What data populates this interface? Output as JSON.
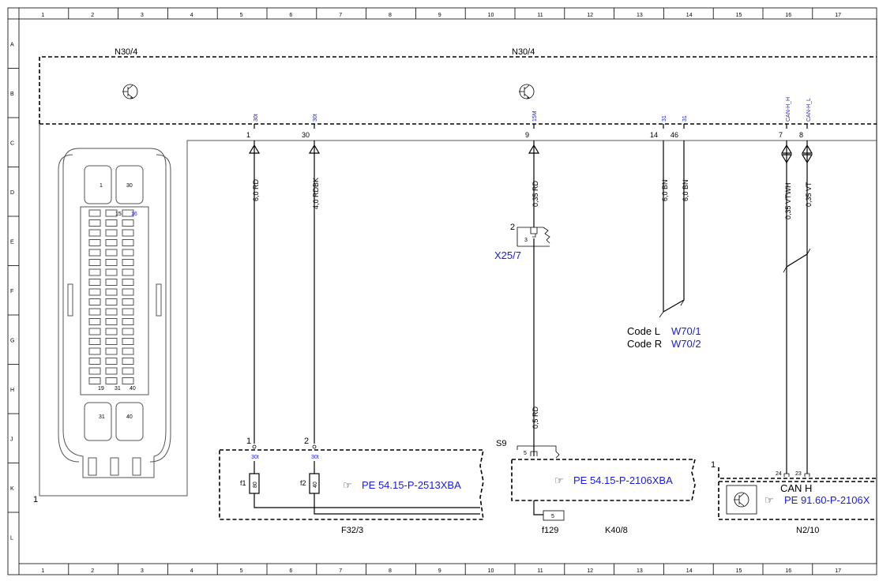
{
  "grid": {
    "columns": [
      "1",
      "2",
      "3",
      "4",
      "5",
      "6",
      "7",
      "8",
      "9",
      "10",
      "11",
      "12",
      "13",
      "14",
      "15",
      "16",
      "17"
    ],
    "rows": [
      "A",
      "B",
      "C",
      "D",
      "E",
      "F",
      "G",
      "H",
      "J",
      "K",
      "L"
    ]
  },
  "components": {
    "n30_4_left": "N30/4",
    "n30_4_center": "N30/4",
    "x25_7": "X25/7",
    "w70_1": "W70/1",
    "w70_2": "W70/2",
    "code_l": "Code L",
    "code_r": "Code R",
    "f32_3": "F32/3",
    "k40_8": "K40/8",
    "f129": "f129",
    "n2_10": "N2/10",
    "s9": "S9",
    "can_h": "CAN H",
    "f1": "f1",
    "f2": "f2"
  },
  "references": {
    "pe_54_15_2513": "PE 54.15-P-2513XBA",
    "pe_54_15_2106": "PE 54.15-P-2106XBA",
    "pe_91_60_2106": "PE 91.60-P-2106X"
  },
  "pins": {
    "p1": "1",
    "p30": "30",
    "p9": "9",
    "p14": "14",
    "p46": "46",
    "p7": "7",
    "p8": "8",
    "p_f1": "1",
    "p_f2": "2",
    "p_x25_top": "2",
    "p_x25_inner": "3",
    "p_s9": "5",
    "p_f129": "5",
    "p_k24": "24",
    "p_k23": "23",
    "p_n2_1": "1",
    "p_conn_1": "1",
    "fuse_f1_value": "80",
    "fuse_f2_value": "40"
  },
  "signals": {
    "s30t_a": "30t",
    "s30t_b": "30t",
    "s15m": "15M",
    "s31_a": "31",
    "s31_b": "31",
    "canhh": "CAN-H_H",
    "canhl": "CAN-H_L",
    "s30t_f1": "30t",
    "s30t_f2": "30t"
  },
  "wires": {
    "w1": "6,0 RD",
    "w2": "4,0 RDBK",
    "w3": "0,35 RD",
    "w4": "6,0 BN",
    "w5": "6,0 BN",
    "w6": "0,35 VTWH",
    "w7": "0,35 VT",
    "w8": "0,5 RD"
  },
  "connector_pins": {
    "c1": "1",
    "c30": "30",
    "c15": "15",
    "c31": "31",
    "c16": "16",
    "c19": "19",
    "c40": "40"
  },
  "colors": {
    "ref_blue": "#1a1ae6"
  }
}
